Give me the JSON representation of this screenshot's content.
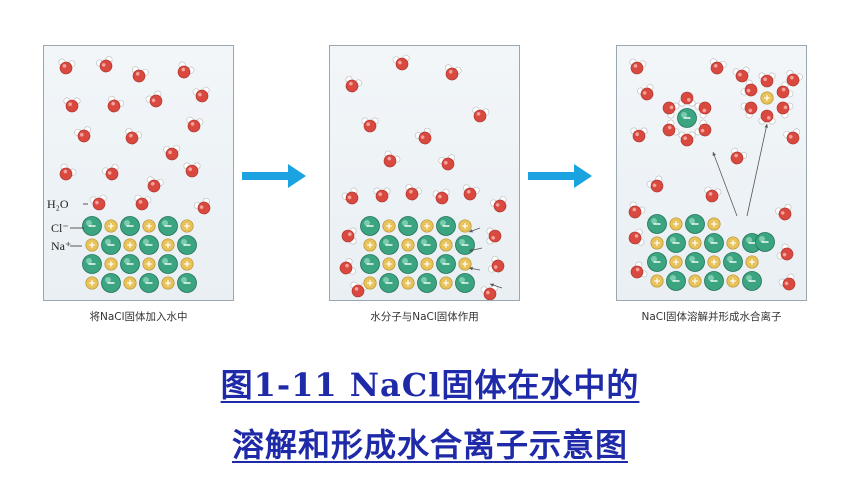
{
  "panels": [
    {
      "caption": "将NaCl固体加入水中"
    },
    {
      "caption": "水分子与NaCl固体作用"
    },
    {
      "caption": "NaCl固体溶解并形成水合离子"
    }
  ],
  "labels": {
    "water": "H₂O",
    "chloride": "Cl⁻",
    "sodium": "Na⁺"
  },
  "title": {
    "line1": "图1-11  NaCl固体在水中的",
    "line2": "溶解和形成水合离子示意图"
  },
  "colors": {
    "title": "#1f2aa8",
    "arrow": "#1aa3e0",
    "chloride": "#3aa580",
    "sodium": "#e8c25a",
    "oxygen": "#d9493f"
  }
}
